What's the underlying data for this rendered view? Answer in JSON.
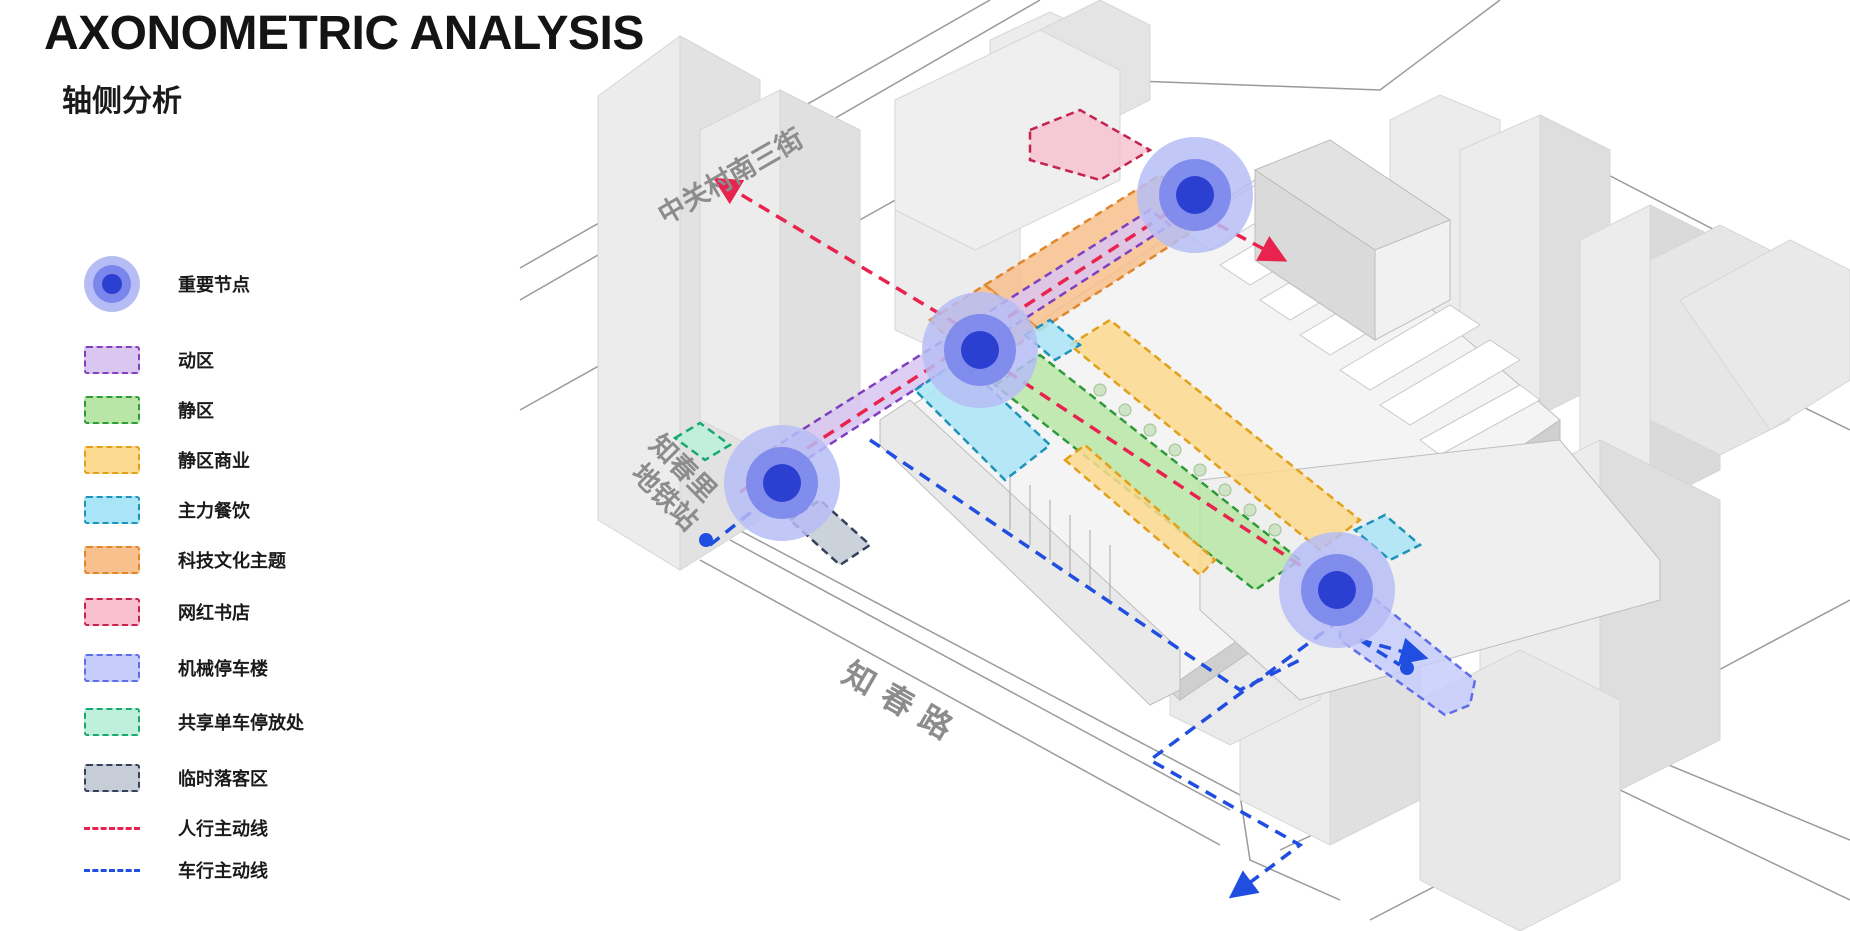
{
  "header": {
    "title": "AXONOMETRIC ANALYSIS",
    "subtitle": "轴侧分析"
  },
  "legend": {
    "items": [
      {
        "kind": "node",
        "label": "重要节点"
      },
      {
        "kind": "zone",
        "label": "动区",
        "fill": "#d9c6f1",
        "stroke": "#7f3fbf"
      },
      {
        "kind": "zone",
        "label": "静区",
        "fill": "#b8e6a6",
        "stroke": "#2f9a3a"
      },
      {
        "kind": "zone",
        "label": "静区商业",
        "fill": "#fbd98e",
        "stroke": "#e0a01a"
      },
      {
        "kind": "zone",
        "label": "主力餐饮",
        "fill": "#a9e4f7",
        "stroke": "#1d93b8"
      },
      {
        "kind": "zone",
        "label": "科技文化主题",
        "fill": "#f7c08c",
        "stroke": "#e0862c"
      },
      {
        "kind": "zone",
        "label": "网红书店",
        "fill": "#f8bfcf",
        "stroke": "#c4234e"
      },
      {
        "kind": "zone",
        "label": "机械停车楼",
        "fill": "#c7cdfb",
        "stroke": "#5d6ce8"
      },
      {
        "kind": "zone",
        "label": "共享单车停放处",
        "fill": "#bff0dd",
        "stroke": "#1aa86f"
      },
      {
        "kind": "zone",
        "label": "临时落客区",
        "fill": "#c7cdd6",
        "stroke": "#33415a"
      },
      {
        "kind": "line",
        "label": "人行主动线",
        "stroke": "#e8234e"
      },
      {
        "kind": "line",
        "label": "车行主动线",
        "stroke": "#1f4ee0"
      }
    ]
  },
  "streets": {
    "north": "中关村南三街",
    "south": "知春路",
    "metro_line1": "知春里",
    "metro_line2": "地铁站"
  },
  "colors": {
    "node_outer": "#b6bdf5",
    "node_mid": "#7a86ec",
    "node_core": "#2b3fd1",
    "pedestrian": "#e8234e",
    "vehicle": "#1f4ee0",
    "building_light": "#ececec",
    "building_mid": "#dcdcdc",
    "road_line": "#9a9a9a"
  }
}
